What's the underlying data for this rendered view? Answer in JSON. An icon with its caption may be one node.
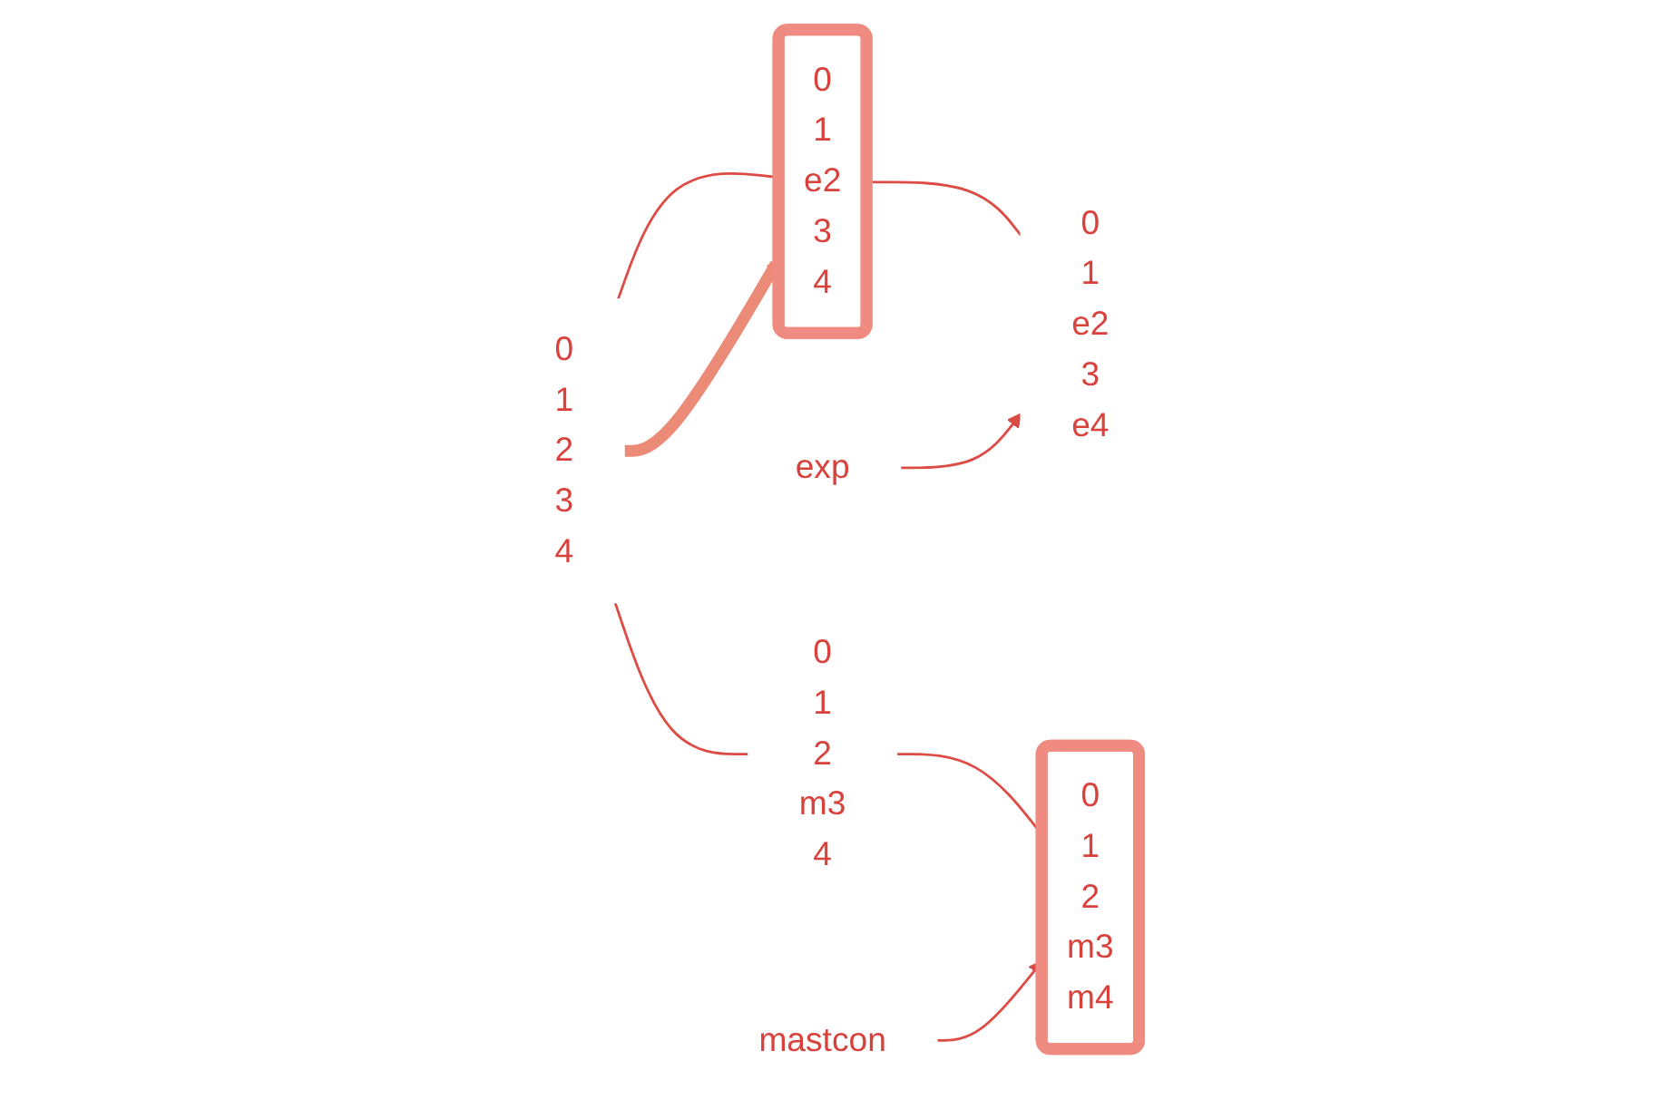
{
  "diagram": {
    "nodes": [
      {
        "text": [
          "0",
          "1",
          "2",
          "3",
          "4"
        ]
      },
      {
        "text": [
          "0",
          "1",
          "e2",
          "3",
          "4"
        ]
      },
      {
        "text": [
          "0",
          "1",
          "e2",
          "3",
          "e4"
        ]
      },
      {
        "text": [
          "0",
          "1",
          "2",
          "m3",
          "4"
        ]
      },
      {
        "text": [
          "0",
          "1",
          "2",
          "m3",
          "m4"
        ]
      },
      {
        "text": [
          "exp"
        ]
      },
      {
        "text": [
          "mastcon"
        ]
      }
    ],
    "edges": [
      {
        "from": 0,
        "to": 1,
        "arrow": "none"
      },
      {
        "from": 1,
        "to": 2,
        "arrow": "none"
      },
      {
        "from": 0,
        "to": 3,
        "arrow": "none"
      },
      {
        "from": 3,
        "to": 4,
        "arrow": "none"
      },
      {
        "from": 5,
        "to": 2,
        "arrow": "to"
      },
      {
        "from": 6,
        "to": 4,
        "arrow": "to"
      },
      {
        "from": 0,
        "to": 1,
        "arrow": "to",
        "style": "thick",
        "color": "#ec8a78"
      }
    ]
  }
}
